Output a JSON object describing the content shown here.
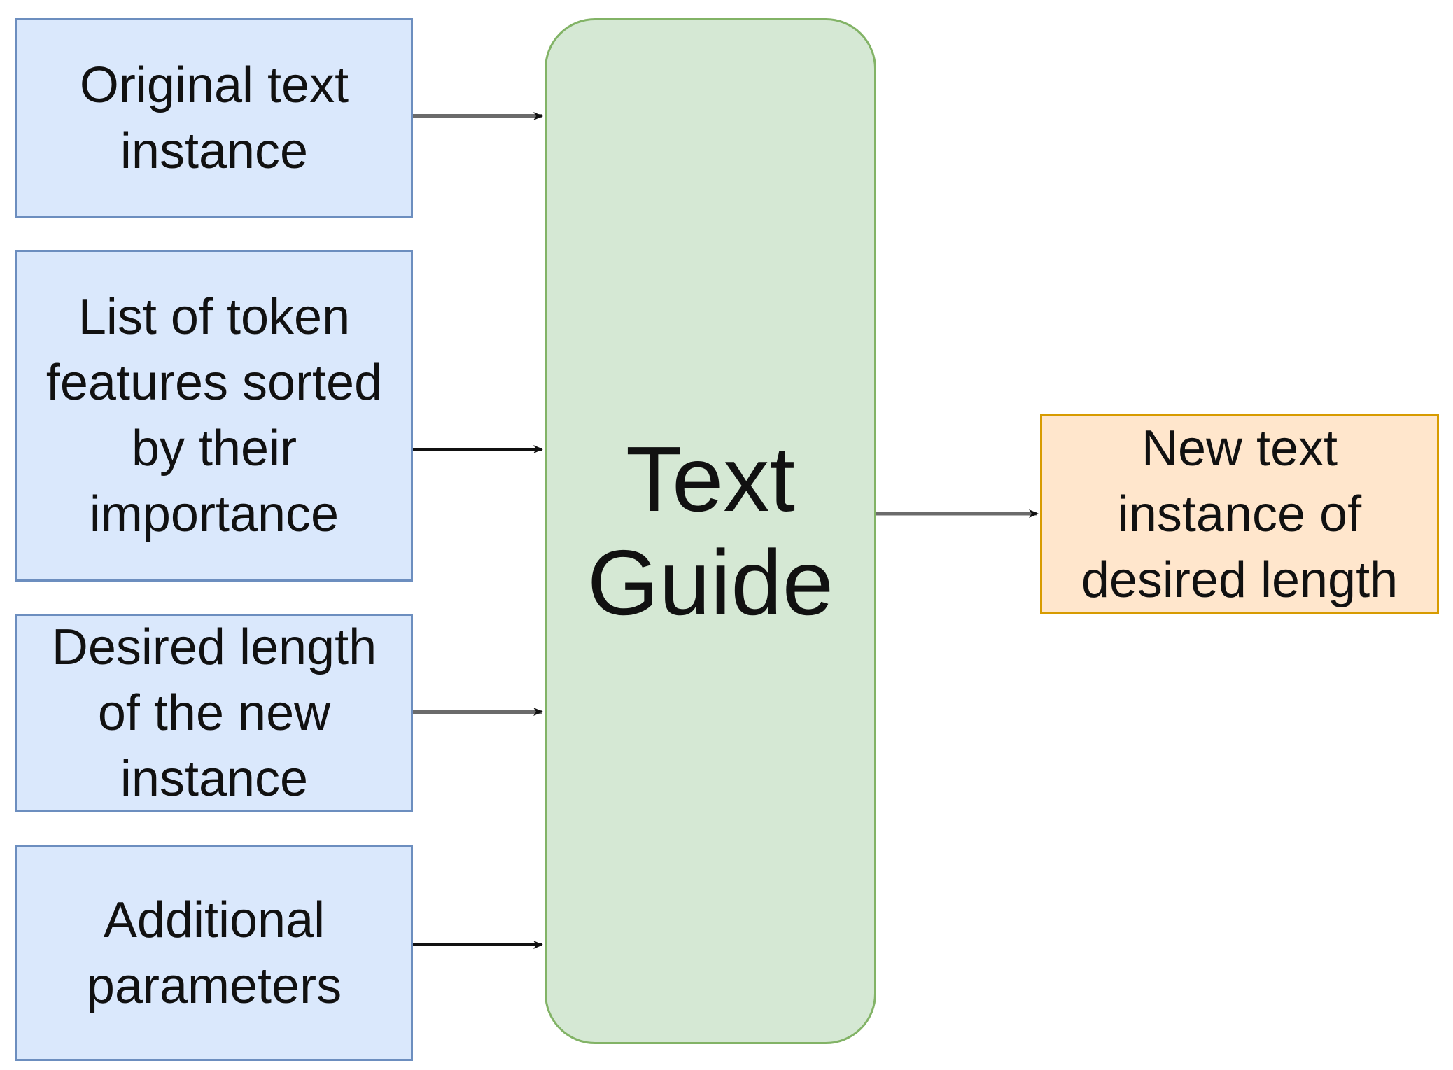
{
  "diagram": {
    "inputs": [
      {
        "id": "original",
        "lines": [
          "Original text",
          "instance"
        ]
      },
      {
        "id": "features",
        "lines": [
          "List of token",
          "features sorted",
          "by their",
          "importance"
        ]
      },
      {
        "id": "desired",
        "lines": [
          "Desired length",
          "of the new",
          "instance"
        ]
      },
      {
        "id": "additional",
        "lines": [
          "Additional",
          "parameters"
        ]
      }
    ],
    "center": {
      "lines": [
        "Text",
        "Guide"
      ]
    },
    "output": {
      "lines": [
        "New text",
        "instance of",
        "desired length"
      ]
    },
    "colors": {
      "input_fill": "#dae8fc",
      "input_border": "#6c8ebf",
      "center_fill": "#d5e8d4",
      "center_border": "#82b366",
      "output_fill": "#ffe6cc",
      "output_border": "#d79b00",
      "arrow": "#111111"
    }
  }
}
